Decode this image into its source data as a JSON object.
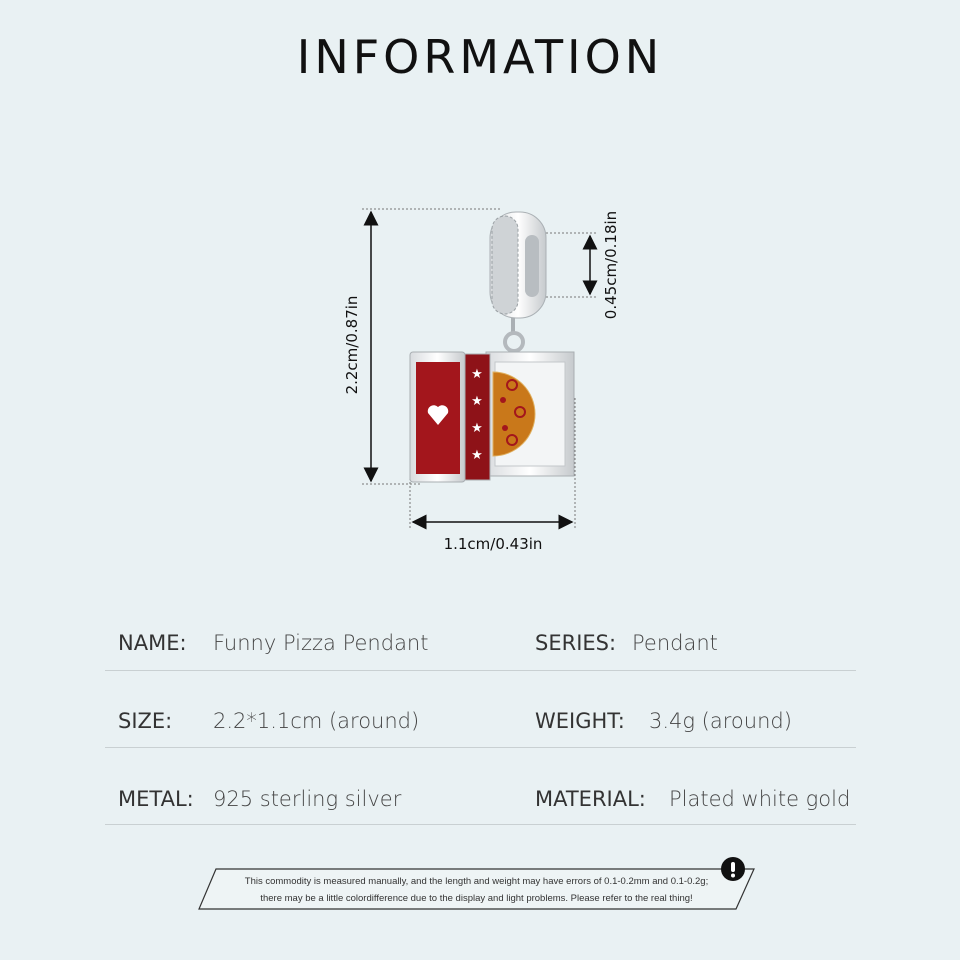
{
  "title": "INFORMATION",
  "dimensions": {
    "height": "2.2cm/0.87in",
    "width": "1.1cm/0.43in",
    "loop": "0.45cm/0.18in"
  },
  "specs": [
    {
      "left_label": "NAME:",
      "left_value": "Funny Pizza Pendant",
      "right_label": "SERIES:",
      "right_value": "Pendant"
    },
    {
      "left_label": "SIZE:",
      "left_value": "2.2*1.1cm (around)",
      "right_label": "WEIGHT:",
      "right_value": "3.4g (around)"
    },
    {
      "left_label": "METAL:",
      "left_value": "925 sterling silver",
      "right_label": "MATERIAL:",
      "right_value": "Plated white gold"
    }
  ],
  "notice": {
    "line1": "This commodity is measured manually, and the length and weight may have errors of 0.1-0.2mm and 0.1-0.2g;",
    "line2": "there may be a little colordifference due to the display and light problems. Please refer to the real thing!",
    "icon": "exclamation-icon"
  },
  "colors": {
    "background": "#e9f1f3",
    "enamel_red": "#a3161c",
    "pizza": "#c9781a"
  }
}
